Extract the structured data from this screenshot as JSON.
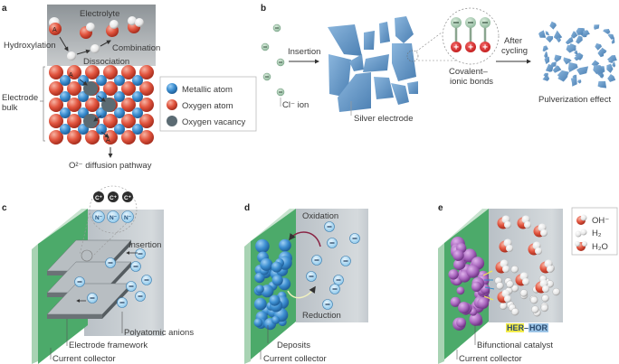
{
  "panels": {
    "a": {
      "label": "a",
      "electrolyte": "Electrolyte",
      "hydroxylation": "Hydroxylation",
      "combination": "Combination",
      "dissociation": "Dissociation",
      "electrode_bulk_line1": "Electrode",
      "electrode_bulk_line2": "bulk",
      "diffusion": "O²⁻ diffusion pathway",
      "adsorbate_marker": "A",
      "legend": [
        {
          "label": "Metallic atom",
          "color": "#3d8fd1"
        },
        {
          "label": "Oxygen atom",
          "color": "#e2553f"
        },
        {
          "label": "Oxygen vacancy",
          "color": "#5b6b73"
        }
      ]
    },
    "b": {
      "label": "b",
      "insertion": "Insertion",
      "cl_ion": "Cl⁻ ion",
      "silver_electrode": "Silver electrode",
      "bonds_line1": "Covalent–",
      "bonds_line2": "ionic bonds",
      "after_line1": "After",
      "after_line2": "cycling",
      "pulverization": "Pulverization effect",
      "minus": "−",
      "plus": "+"
    },
    "c": {
      "label": "c",
      "insertion": "Insertion",
      "polyatomic": "Polyatomic anions",
      "framework": "Electrode framework",
      "collector": "Current collector",
      "cation": "C⁺",
      "anion": "N⁻"
    },
    "d": {
      "label": "d",
      "oxidation": "Oxidation",
      "reduction": "Reduction",
      "deposits": "Deposits",
      "collector": "Current collector"
    },
    "e": {
      "label": "e",
      "her": "HER",
      "dash": "–",
      "hor": "HOR",
      "catalyst": "Bifunctional catalyst",
      "collector": "Current collector",
      "legend": [
        {
          "label": "OH⁻"
        },
        {
          "label": "H₂"
        },
        {
          "label": "H₂O"
        }
      ]
    }
  },
  "colors": {
    "metal": "#3d8fd1",
    "oxygen": "#e2553f",
    "vacancy": "#5b6b73",
    "collector": "#4caa6a",
    "silver": "#5d93c4",
    "catalyst": "#9a5bb0",
    "her_highlight": "#f3ec4a",
    "hor_highlight": "#9cc4e6"
  }
}
